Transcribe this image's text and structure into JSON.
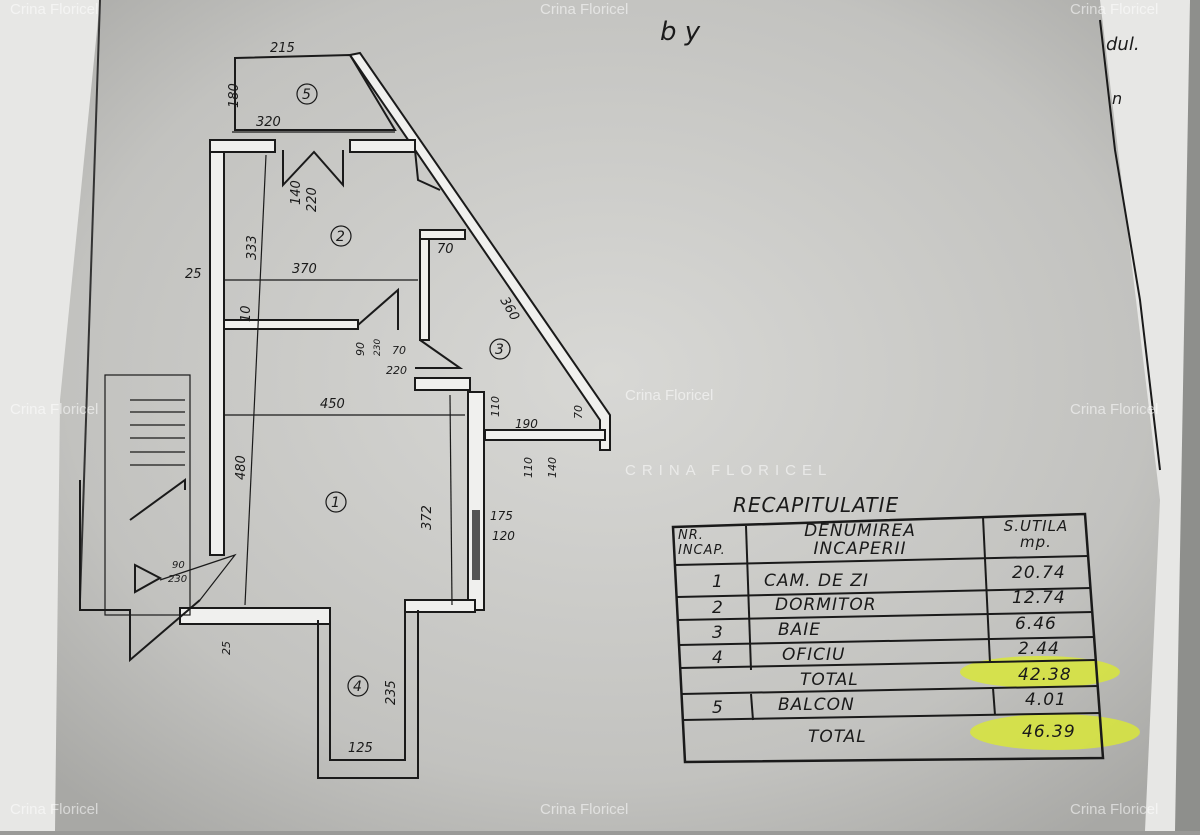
{
  "watermark": {
    "text": "Crina Floricel",
    "center_text": "CRINA FLORICEL"
  },
  "handwriting": {
    "top": "b y",
    "right_1": "dul.",
    "right_2": "n"
  },
  "plan": {
    "rooms": [
      "1",
      "2",
      "3",
      "4",
      "5"
    ],
    "dimensions": {
      "balcony_width_top": "215",
      "balcony_depth": "180",
      "balcony_width": "320",
      "door_2_a": "140",
      "door_2_b": "220",
      "room2_length": "333",
      "wall_25": "25",
      "room2_width": "370",
      "wall_10": "10",
      "room3_70_top": "70",
      "diagonal": "360",
      "door_90": "90",
      "door_230": "230",
      "door_70": "70",
      "door_220": "220",
      "room1_width": "450",
      "r3_110": "110",
      "r3_190": "190",
      "r3_70": "70",
      "win_110": "110",
      "win_140": "140",
      "room1_length": "480",
      "room1_372": "372",
      "win_175": "175",
      "win_120": "120",
      "entry_90": "90",
      "entry_230": "230",
      "wall_25b": "25",
      "room4_235": "235",
      "room4_125": "125"
    }
  },
  "summary": {
    "title": "RECAPITULATIE",
    "headers": {
      "nr": "NR. INCAP.",
      "name": "DENUMIREA INCAPERII",
      "area": "S.UTILA mp."
    },
    "rows": [
      {
        "nr": "1",
        "name": "CAM. DE ZI",
        "area": "20.74"
      },
      {
        "nr": "2",
        "name": "DORMITOR",
        "area": "12.74"
      },
      {
        "nr": "3",
        "name": "BAIE",
        "area": "6.46"
      },
      {
        "nr": "4",
        "name": "OFICIU",
        "area": "2.44"
      }
    ],
    "subtotal": {
      "label": "TOTAL",
      "area": "42.38"
    },
    "balcony": {
      "nr": "5",
      "name": "BALCON",
      "area": "4.01"
    },
    "total": {
      "label": "TOTAL",
      "area": "46.39"
    },
    "highlight_color": "#d8e63a"
  }
}
